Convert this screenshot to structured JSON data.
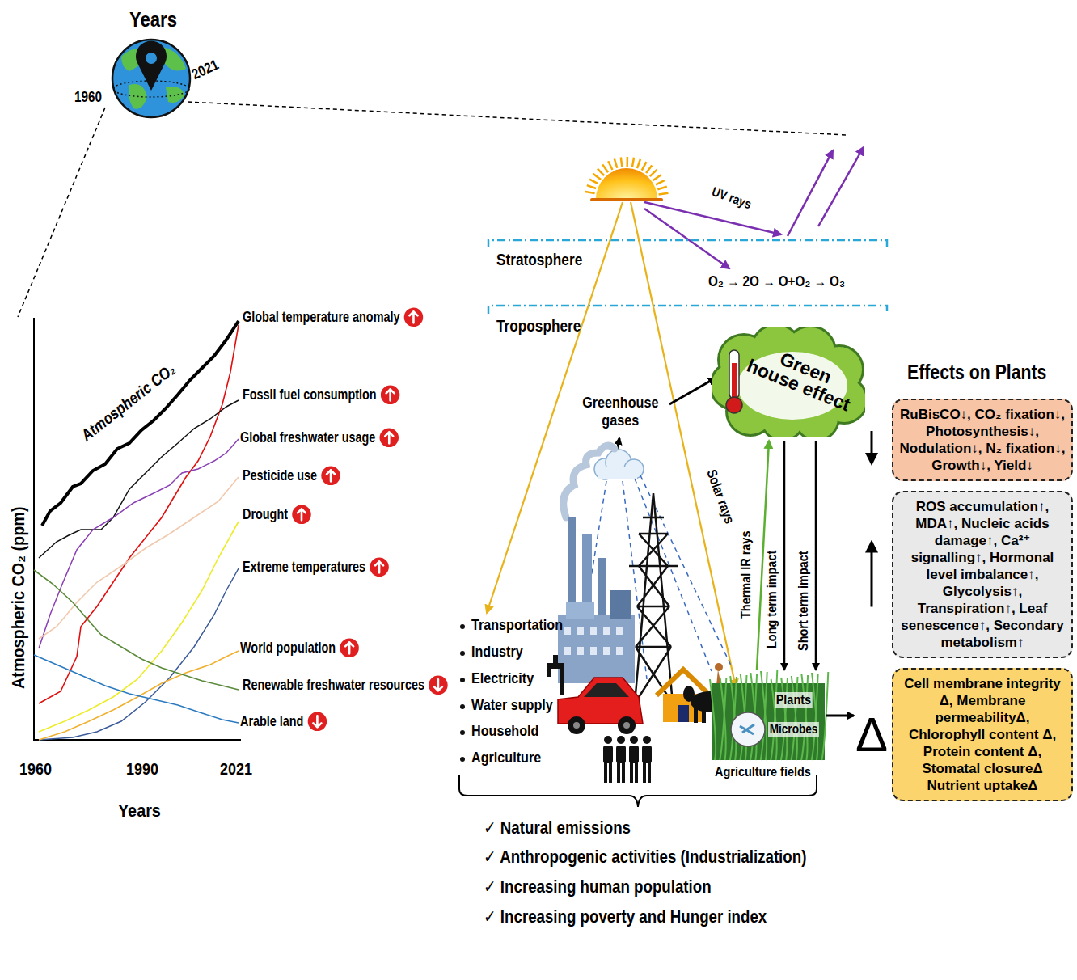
{
  "diagram": {
    "nodes": [
      {
        "text": [
          "Green house effect"
        ]
      },
      {
        "text": [
          "RuBisCO↓, CO₂ fixation↓, Photosynthesis↓, Nodulation↓, N₂ fixation↓, Growth↓, Yield↓"
        ]
      },
      {
        "text": [
          "ROS accumulation↑, MDA↑, Nucleic acids damage↑, Ca²⁺ signalling↑, Hormonal level imbalance↑, Glycolysis↑, Transpiration↑, Leaf senescence↑, Secondary metabolism↑"
        ]
      },
      {
        "text": [
          "Cell membrane integrity Δ, Membrane permeabilityΔ, Chlorophyll content Δ, Protein content Δ, Stomatal closureΔ Nutrient uptakeΔ"
        ]
      }
    ],
    "labels": [
      "Years",
      "1960",
      "2021",
      "Atmospheric CO₂ (ppm)",
      "Atmospheric CO₂",
      "Global temperature anomaly",
      "Fossil fuel consumption",
      "Global freshwater usage",
      "Pesticide use",
      "Drought",
      "Extreme temperatures",
      "World population",
      "Renewable freshwater resources",
      "Arable land",
      "1960",
      "1990",
      "2021",
      "Years",
      "UV rays",
      "Stratosphere",
      "O₂ → 2O → O+O₂ → O₃",
      "Troposphere",
      "Greenhouse gases",
      "Solar rays",
      "Thermal IR rays",
      "Long term impact",
      "Short term impact",
      "Transportation",
      "Industry",
      "Electricity",
      "Water supply",
      "Household",
      "Agriculture",
      "Plants",
      "Microbes",
      "Agriculture fields",
      "✓ Natural emissions",
      "✓ Anthropogenic activities (Industrialization)",
      "✓ Increasing human population",
      "✓ Increasing poverty and Hunger index",
      "Effects on Plants",
      "Δ"
    ]
  }
}
